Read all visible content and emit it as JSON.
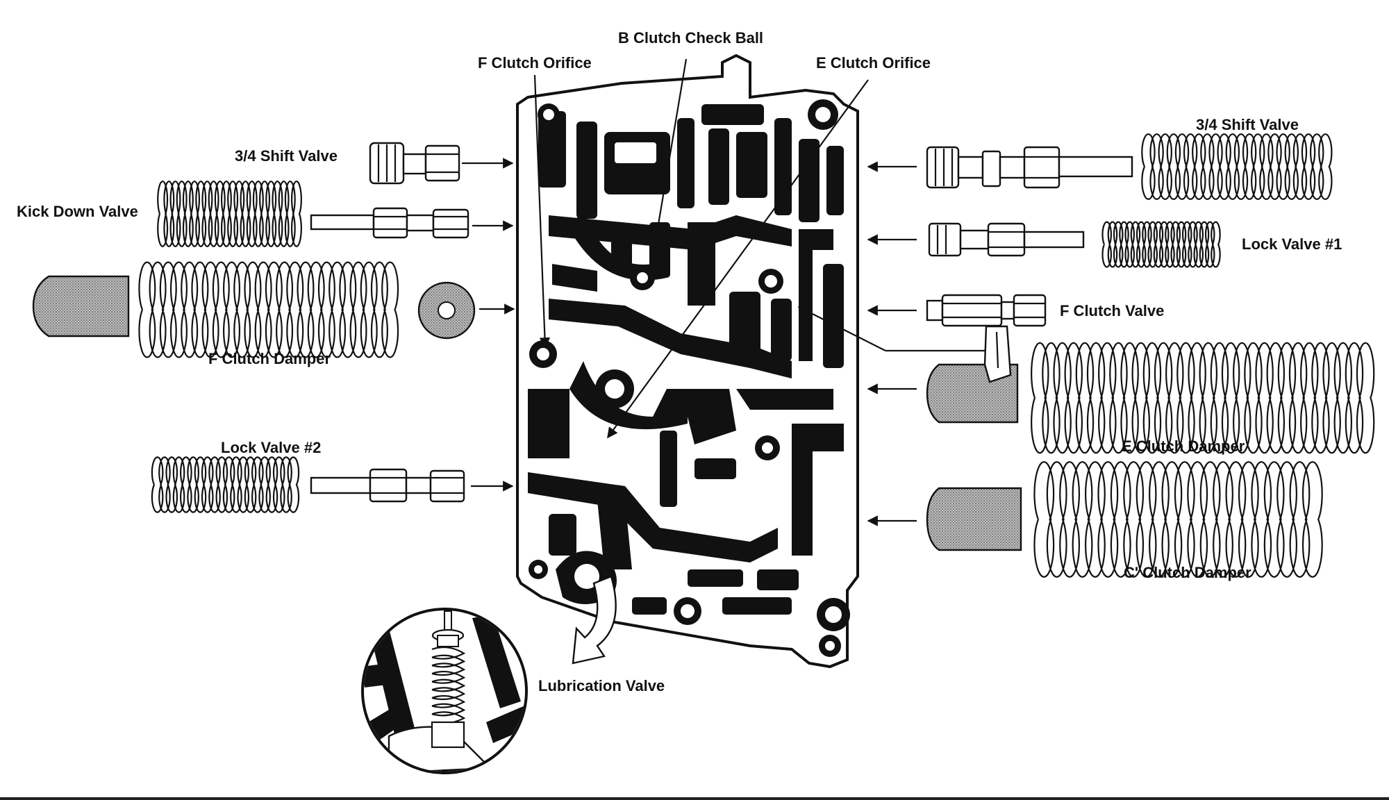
{
  "labels": {
    "b_clutch_check_ball": "B Clutch Check Ball",
    "f_clutch_orifice": "F Clutch Orifice",
    "e_clutch_orifice": "E Clutch Orifice",
    "shift_valve_left": "3/4 Shift Valve",
    "shift_valve_right": "3/4 Shift Valve",
    "kick_down_valve": "Kick Down Valve",
    "lock_valve_1": "Lock Valve #1",
    "f_clutch_valve": "F Clutch Valve",
    "f_clutch_damper": "F   Clutch Damper",
    "e_clutch_damper": "E   Clutch Damper",
    "lock_valve_2": "Lock Valve #2",
    "c_clutch_damper": "C'  Clutch Damper",
    "lubrication_valve": "Lubrication Valve"
  },
  "colors": {
    "ink": "#111111",
    "paper": "#ffffff",
    "damper_fill": "#9a9a9a"
  }
}
